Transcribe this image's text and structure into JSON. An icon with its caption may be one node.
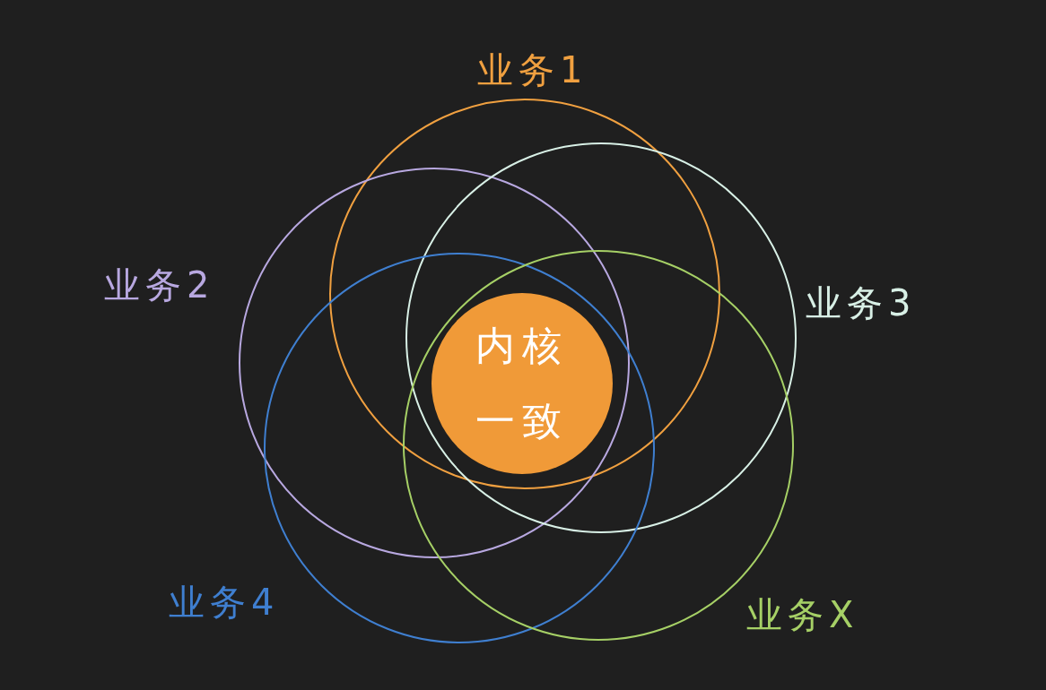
{
  "diagram": {
    "nodes": [
      {
        "text": [
          "业务1"
        ]
      },
      {
        "text": [
          "业务2"
        ]
      },
      {
        "text": [
          "业务3"
        ]
      },
      {
        "text": [
          "业务4"
        ]
      },
      {
        "text": [
          "业务X"
        ]
      },
      {
        "text": [
          "内核一致"
        ]
      }
    ],
    "edges": []
  }
}
